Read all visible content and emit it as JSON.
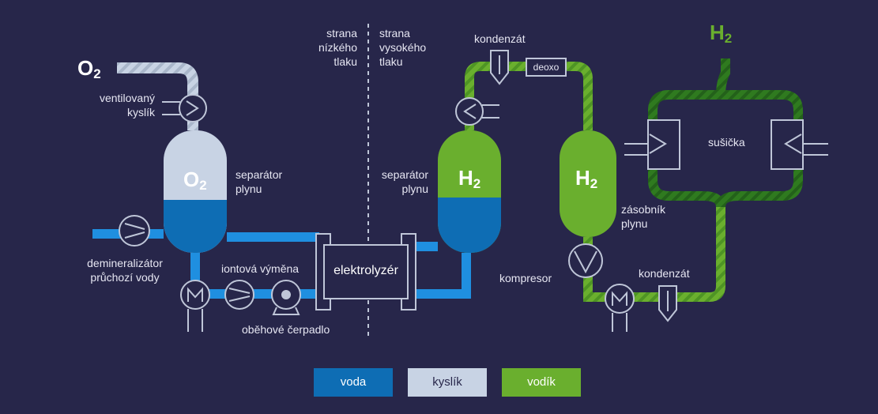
{
  "colors": {
    "background": "#27264a",
    "water": "#1f8fe0",
    "water_dark": "#0e6db4",
    "oxygen": "#c8d3e4",
    "hydrogen": "#6aaf2e",
    "hydrogen_dark": "#2f7a1f",
    "outline": "#bfc6d8"
  },
  "labels": {
    "o2_vent": {
      "main": "O",
      "sub": "2"
    },
    "o2_tank": {
      "main": "O",
      "sub": "2"
    },
    "h2_tank1": {
      "main": "H",
      "sub": "2"
    },
    "h2_tank2": {
      "main": "H",
      "sub": "2"
    },
    "h2_out": {
      "main": "H",
      "sub": "2"
    },
    "vented_oxygen": [
      "ventilovaný",
      "kyslík"
    ],
    "gas_separator_left": [
      "separátor",
      "plynu"
    ],
    "gas_separator_right": [
      "separátor",
      "plynu"
    ],
    "demineralizer": [
      "demineralizátor",
      "průchozí vody"
    ],
    "ion_exchange": "iontová výměna",
    "circulation_pump": "oběhové čerpadlo",
    "electrolyzer": "elektrolyzér",
    "low_pressure_side": [
      "strana",
      "nízkého",
      "tlaku"
    ],
    "high_pressure_side": [
      "strana",
      "vysokého",
      "tlaku"
    ],
    "condensate_top": "kondenzát",
    "deoxo": "deoxo",
    "compressor": "kompresor",
    "storage": [
      "zásobník",
      "plynu"
    ],
    "condensate_bottom": "kondenzát",
    "dryer": "sušička"
  },
  "legend": [
    {
      "label": "voda",
      "color": "#0e6db4",
      "text_color": "#ffffff"
    },
    {
      "label": "kyslík",
      "color": "#c8d3e4",
      "text_color": "#27264a"
    },
    {
      "label": "vodík",
      "color": "#6aaf2e",
      "text_color": "#ffffff"
    }
  ]
}
